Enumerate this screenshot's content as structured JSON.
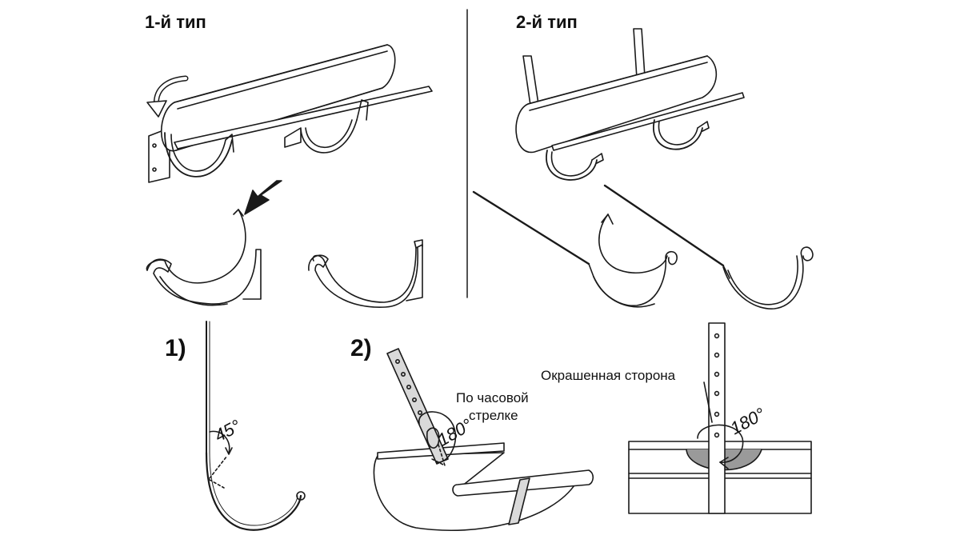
{
  "panels": {
    "type1": {
      "title": "1-й тип"
    },
    "type2": {
      "title": "2-й тип"
    }
  },
  "steps": {
    "step1": {
      "label": "1)",
      "angle": "45°"
    },
    "step2": {
      "label": "2)",
      "angle": "180°",
      "direction_line1": "По часовой",
      "direction_line2": "стрелке"
    },
    "step3": {
      "angle": "180°",
      "painted_side": "Окрашенная сторона"
    }
  },
  "colors": {
    "line": "#1a1a1a",
    "shade": "#9a9a9a",
    "strap": "#d9d9d9"
  }
}
